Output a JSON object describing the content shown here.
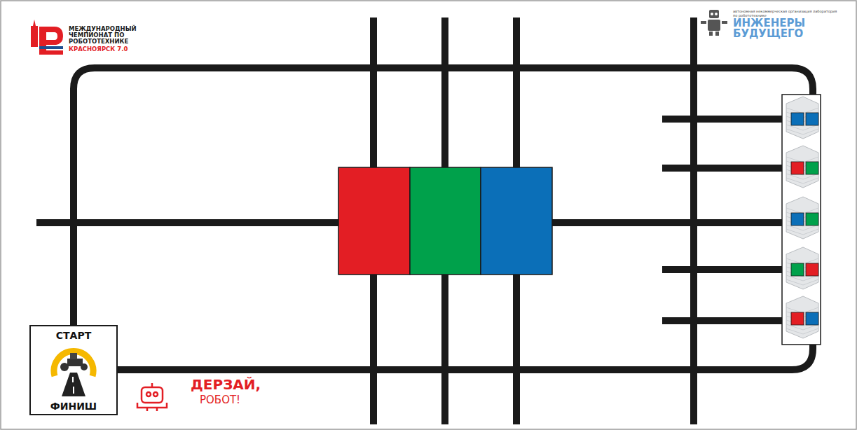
{
  "diagram": {
    "nodes": [
      {
        "text": [
          "СТАРТ",
          "ФИНИШ"
        ]
      }
    ],
    "labels": [
      "МЕЖДУНАРОДНЫЙ ЧЕМПИОНАТ ПО РОБОТОТЕХНИКЕ",
      "КРАСНОЯРСК 7.0",
      "автономная некоммерческая организация лаборатория по робототехнике",
      "ИНЖЕНЕРЫ БУДУЩЕГО",
      "ДЕРЗАЙ,",
      "РОБОТ!"
    ]
  }
}
